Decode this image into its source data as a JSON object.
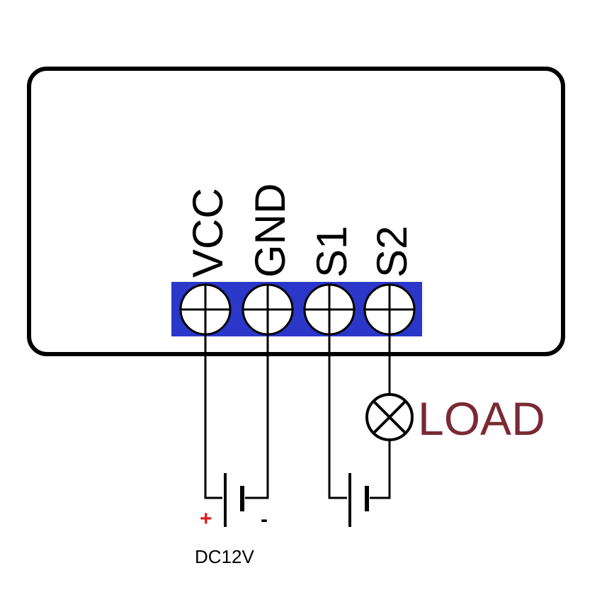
{
  "module": {
    "pins": [
      "VCC",
      "GND",
      "S1",
      "S2"
    ],
    "terminal_color": "#2a37c8"
  },
  "load": {
    "label": "LOAD",
    "color": "#7a2a34"
  },
  "power_supply": {
    "label": "DC12V",
    "positive": "+",
    "negative": "-",
    "positive_color": "#e0191f"
  }
}
